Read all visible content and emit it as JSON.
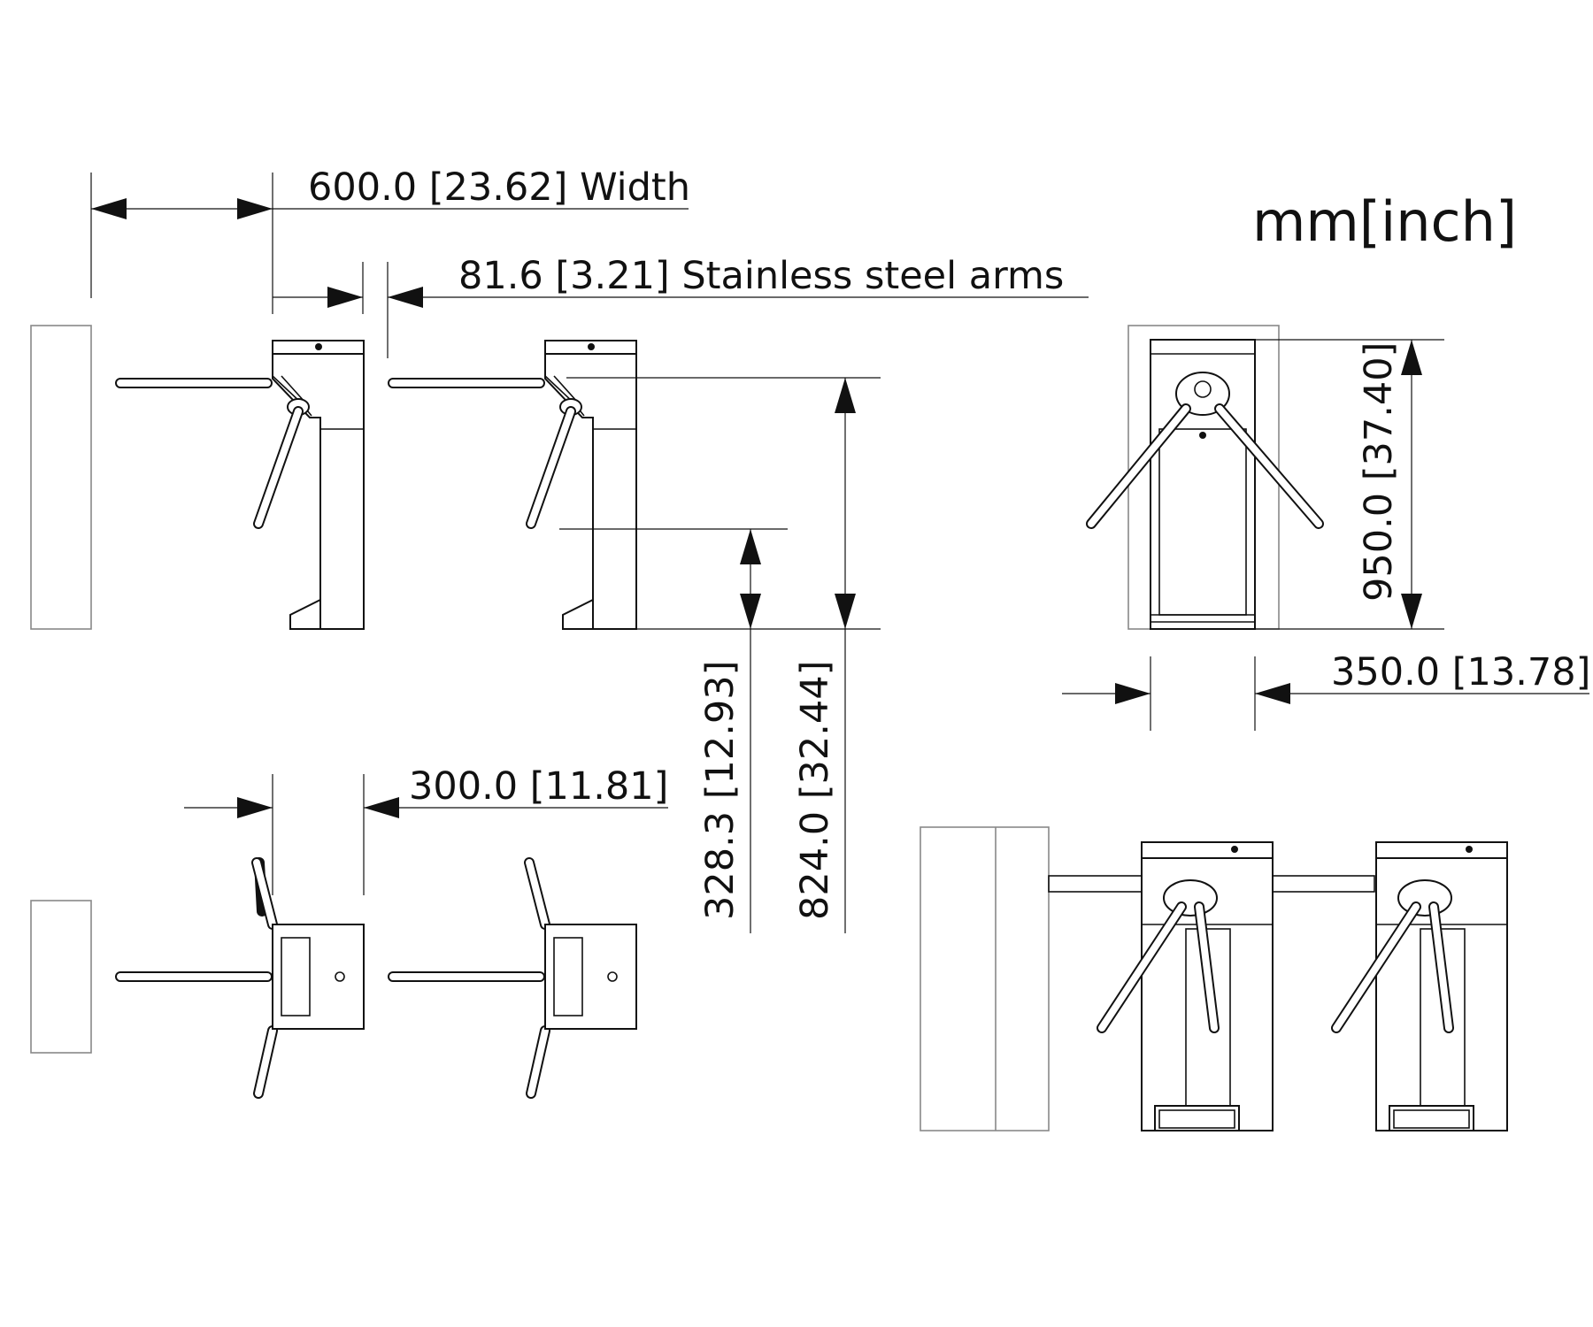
{
  "units_label": "mm[inch]",
  "dimensions": {
    "width": "600.0  [23.62] Width",
    "arms": "81.6   [3.21] Stainless steel arms",
    "top_depth": "300.0  [11.81]",
    "arm_height": "328.3 [12.93]",
    "total_arm_height": "824.0 [32.44]",
    "overall_height": "950.0 [37.40]",
    "body_width": "350.0  [13.78]"
  }
}
